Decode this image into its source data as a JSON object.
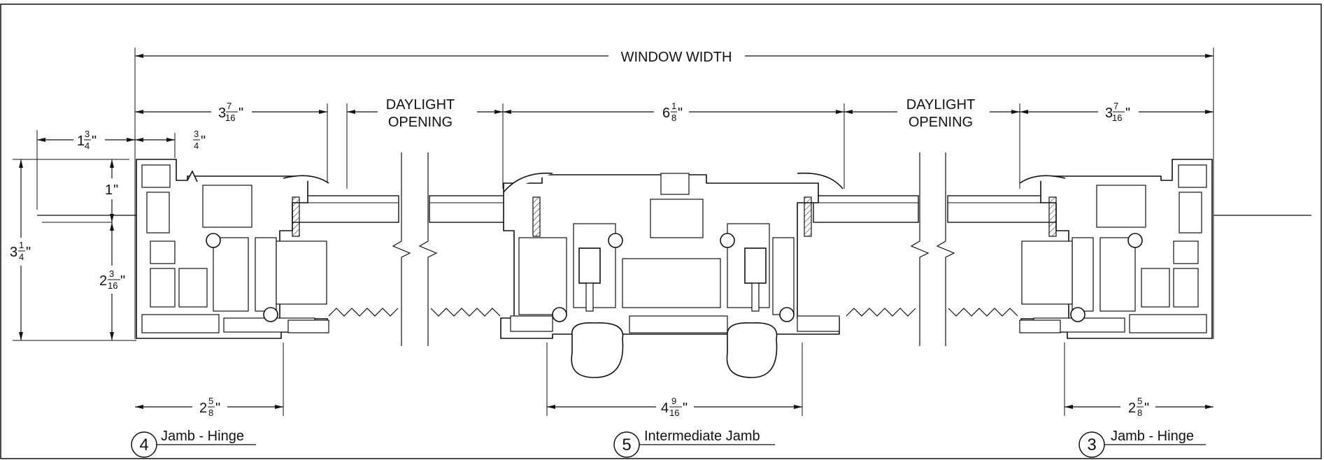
{
  "labels": {
    "window_width": "WINDOW WIDTH",
    "daylight_line1": "DAYLIGHT",
    "daylight_line2": "OPENING"
  },
  "dimensions": [
    {
      "id": "d1",
      "whole": "3",
      "num": "7",
      "den": "16",
      "unit": "\""
    },
    {
      "id": "d2",
      "whole": "6",
      "num": "1",
      "den": "8",
      "unit": "\""
    },
    {
      "id": "d3",
      "whole": "3",
      "num": "7",
      "den": "16",
      "unit": "\""
    },
    {
      "id": "d4",
      "whole": "1",
      "num": "3",
      "den": "4",
      "unit": "\""
    },
    {
      "id": "d5",
      "whole": "",
      "num": "3",
      "den": "4",
      "unit": "\""
    },
    {
      "id": "d6",
      "whole": "1",
      "num": "",
      "den": "",
      "unit": "\""
    },
    {
      "id": "d7",
      "whole": "3",
      "num": "1",
      "den": "4",
      "unit": "\""
    },
    {
      "id": "d8",
      "whole": "2",
      "num": "3",
      "den": "16",
      "unit": "\""
    },
    {
      "id": "d9",
      "whole": "2",
      "num": "5",
      "den": "8",
      "unit": "\""
    },
    {
      "id": "d10",
      "whole": "4",
      "num": "9",
      "den": "16",
      "unit": "\""
    },
    {
      "id": "d11",
      "whole": "2",
      "num": "5",
      "den": "8",
      "unit": "\""
    }
  ],
  "callouts": [
    {
      "number": "4",
      "title": "Jamb - Hinge"
    },
    {
      "number": "5",
      "title": "Intermediate Jamb"
    },
    {
      "number": "3",
      "title": "Jamb - Hinge"
    }
  ]
}
